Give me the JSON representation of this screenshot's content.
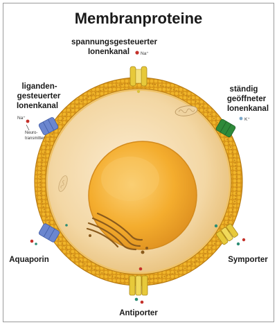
{
  "title": "Membranproteine",
  "labels": {
    "voltage_gated": [
      "spannungsgesteuerter",
      "Ionenkanal"
    ],
    "ligand_gated": [
      "liganden-",
      "gesteuerter",
      "Ionenkanal"
    ],
    "leak_channel": [
      "ständig",
      "geöffneter",
      "Ionenkanal"
    ],
    "aquaporin": "Aquaporin",
    "symporter": "Symporter",
    "antiporter": "Antiporter"
  },
  "ions": {
    "na_top": "Na⁺",
    "na_left": "Na⁺",
    "k_right": "K⁺",
    "neurotransmitter": [
      "Neuro-",
      "transmitter"
    ]
  },
  "colors": {
    "membrane": "#e0a21c",
    "membrane_dark": "#b77a12",
    "cytoplasm": "#f5dcae",
    "nucleus": "#f4ad2e",
    "yellow_channel": "#e7c93a",
    "blue_channel": "#6b86cf",
    "green_channel": "#2f8a3a",
    "ion_red": "#c4312a",
    "ion_teal": "#2b8c74"
  }
}
